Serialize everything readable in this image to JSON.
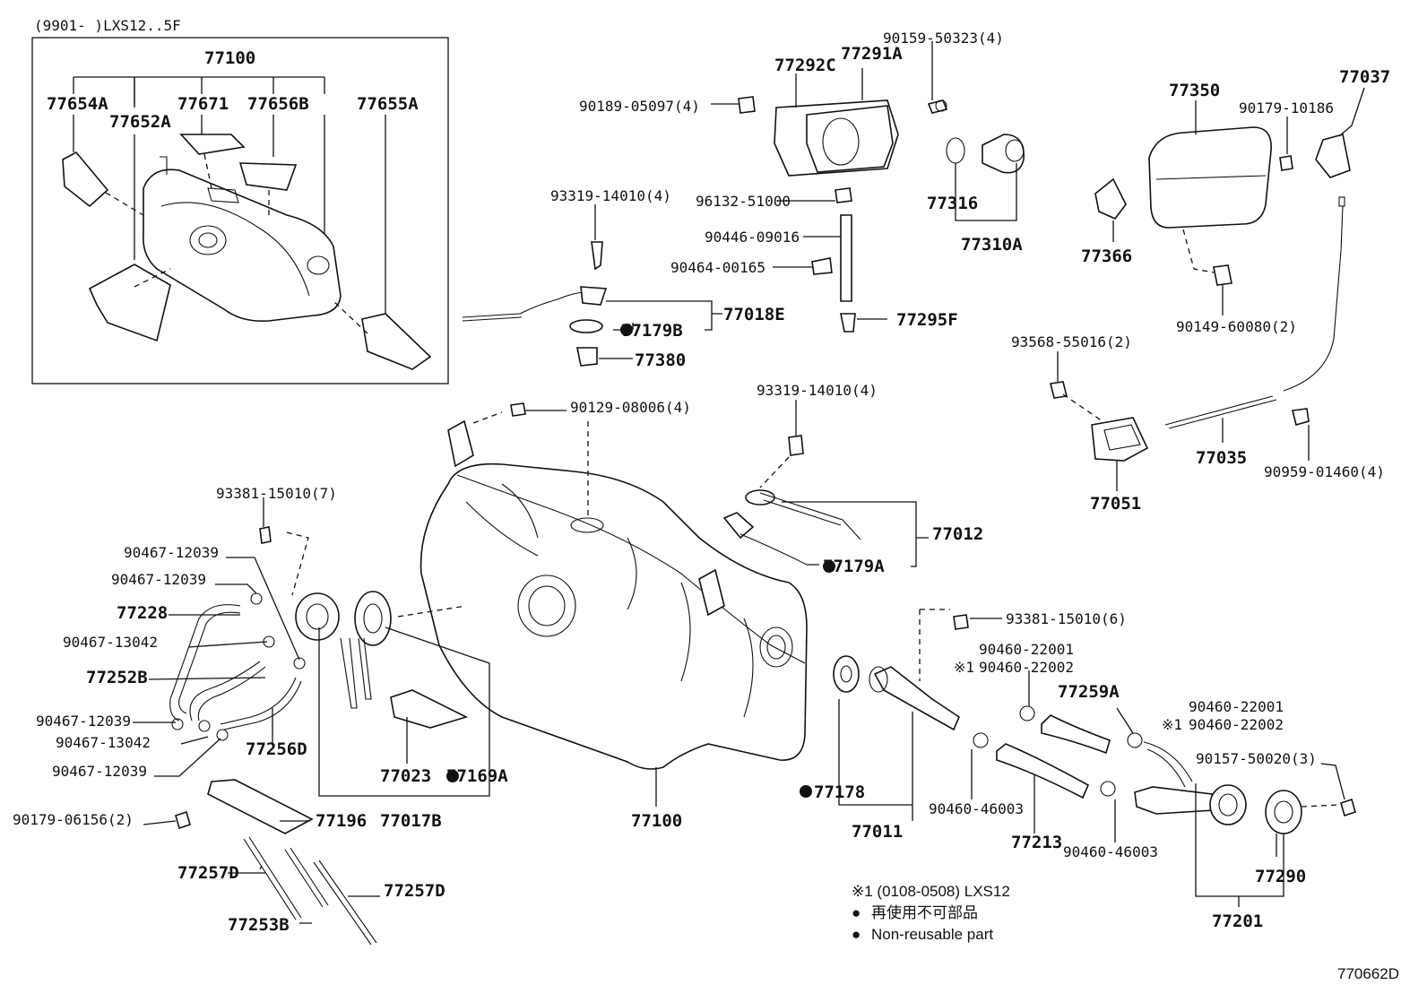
{
  "diagram": {
    "inset_header": "(9901-      )LXS12..5F",
    "diagram_code": "770662D",
    "inset_labels": {
      "p77100_top": "77100",
      "p77654A": "77654A",
      "p77652A": "77652A",
      "p77671": "77671",
      "p77656B": "77656B",
      "p77655A": "77655A"
    },
    "labels": {
      "p90189_05097": "90189-05097(4)",
      "p77292C": "77292C",
      "p77291A": "77291A",
      "p90159_50323": "90159-50323(4)",
      "p77350": "77350",
      "p77037": "77037",
      "p90179_10186": "90179-10186",
      "p93319_14010_a": "93319-14010(4)",
      "p96132_51000": "96132-51000",
      "p77316": "77316",
      "p90446_09016": "90446-09016",
      "p90464_00165": "90464-00165",
      "p77310A": "77310A",
      "p77366": "77366",
      "p77018E": "77018E",
      "p77179B": "77179B",
      "p77295F": "77295F",
      "p90149_60080": "90149-60080(2)",
      "p77380": "77380",
      "p93568_55016": "93568-55016(2)",
      "p90129_08006": "90129-08006(4)",
      "p93319_14010_b": "93319-14010(4)",
      "p77035": "77035",
      "p90959_01460": "90959-01460(4)",
      "p77051": "77051",
      "p93381_15010_7": "93381-15010(7)",
      "p77012": "77012",
      "p90467_12039_a": "90467-12039",
      "p90467_12039_b": "90467-12039",
      "p77179A": "77179A",
      "p77228": "77228",
      "p93381_15010_6": "93381-15010(6)",
      "p90467_13042_a": "90467-13042",
      "p90460_22001_a": "90460-22001",
      "p90460_22002_a": "90460-22002",
      "p77252B": "77252B",
      "p77259A": "77259A",
      "p90460_22001_b": "90460-22001",
      "p90460_22002_b": "90460-22002",
      "p90467_12039_c": "90467-12039",
      "p90467_13042_b": "90467-13042",
      "p77256D": "77256D",
      "p90157_50020": "90157-50020(3)",
      "p90467_12039_d": "90467-12039",
      "p77023": "77023",
      "p77169A": "77169A",
      "p77178": "77178",
      "p90179_06156": "90179-06156(2)",
      "p77196": "77196",
      "p77017B": "77017B",
      "p77100_main": "77100",
      "p77011": "77011",
      "p90460_46003_a": "90460-46003",
      "p77213": "77213",
      "p90460_46003_b": "90460-46003",
      "p77290": "77290",
      "p77257D_a": "77257D",
      "p77257D_b": "77257D",
      "p77253B": "77253B",
      "p77201": "77201"
    },
    "markers": {
      "ref1": "※1",
      "dot": "●"
    },
    "legend": {
      "ref1_text": "※1 (0108-0508) LXS12",
      "reuse_jp": "再使用不可部品",
      "reuse_en": "Non-reusable part"
    }
  }
}
